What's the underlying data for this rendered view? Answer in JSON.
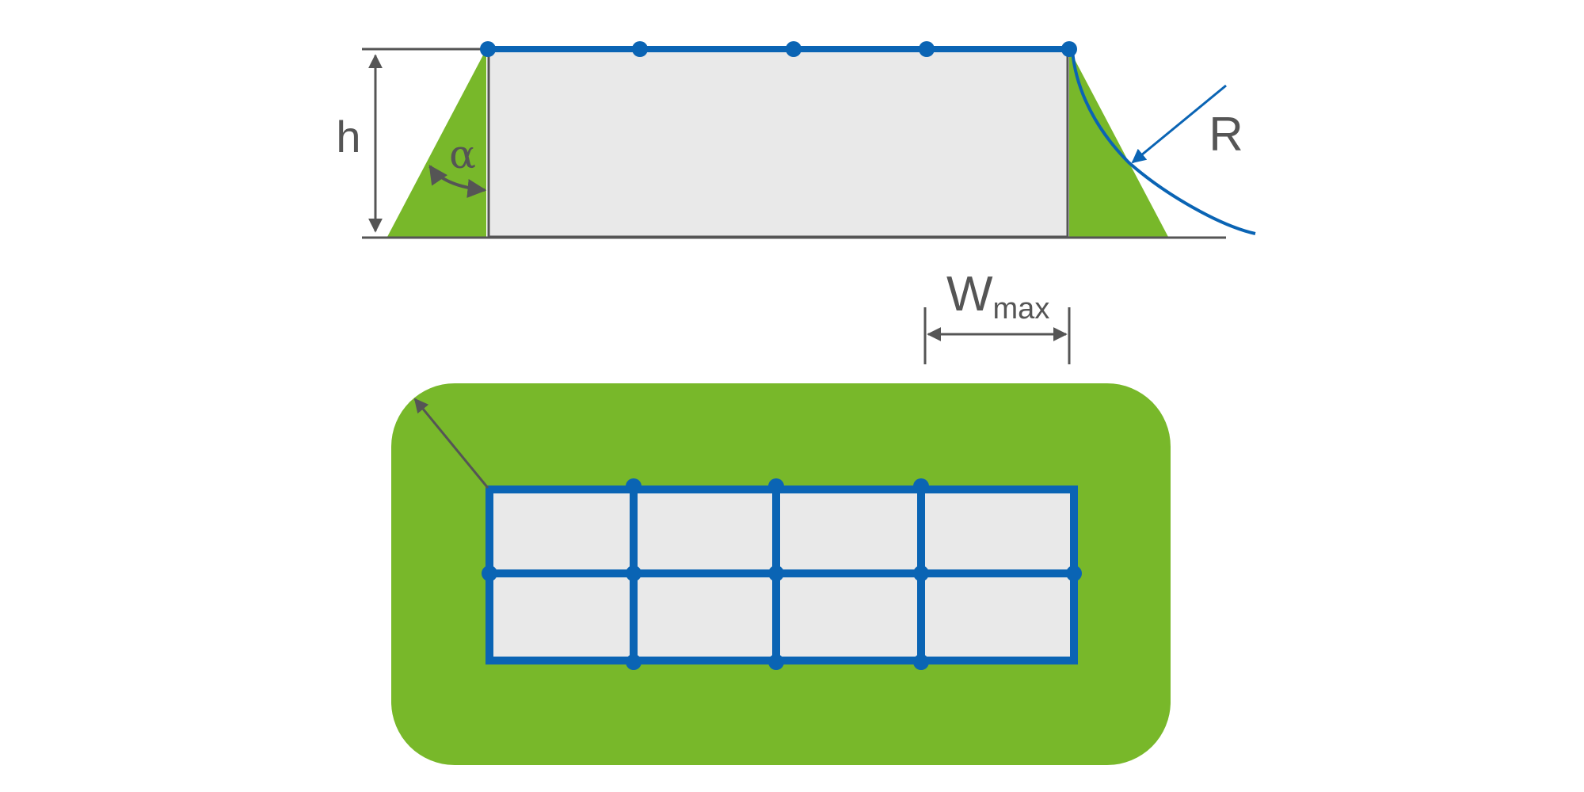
{
  "labels": {
    "height": "h",
    "angle": "α",
    "radius": "R",
    "width_main": "W",
    "width_sub": "max"
  },
  "colors": {
    "fill_green": "#78B82A",
    "panel_gray": "#E9E9E9",
    "grid_blue": "#0A64B4",
    "line_gray": "#555555",
    "background": "#FFFFFF"
  }
}
